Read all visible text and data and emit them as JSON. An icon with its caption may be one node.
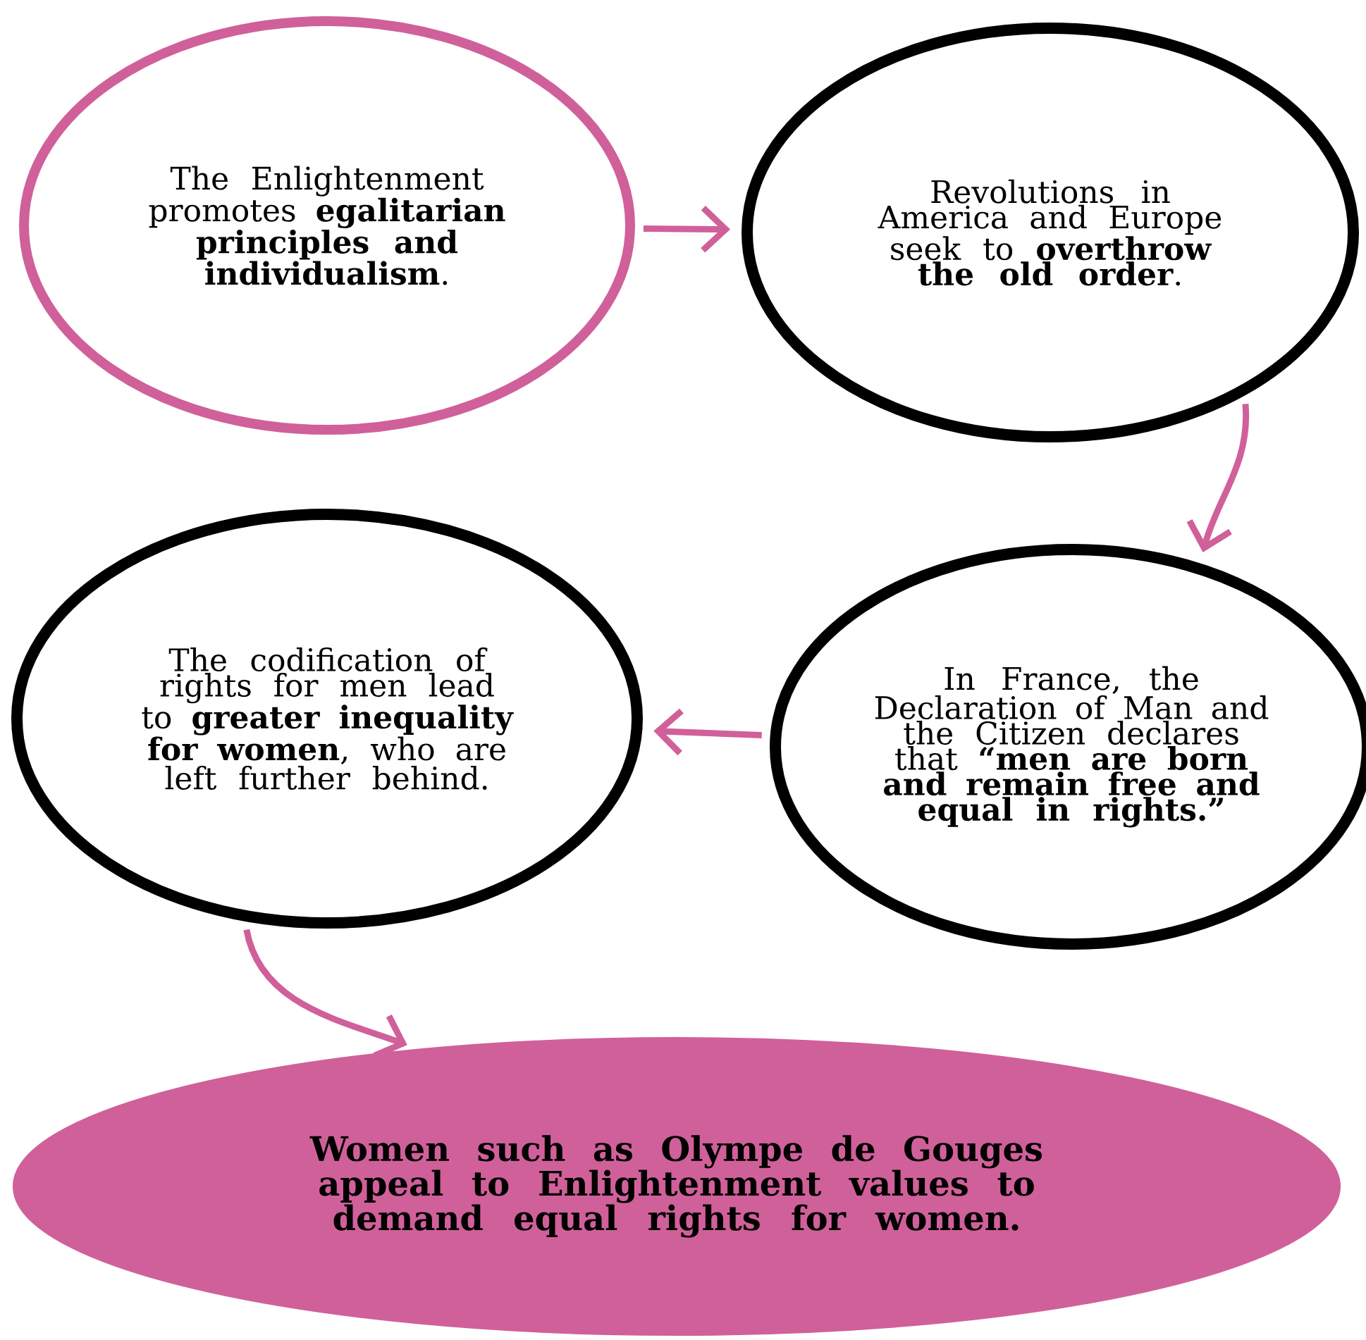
{
  "diagram": {
    "nodes": [
      {
        "text": [
          "The Enlightenment promotes **egalitarian principles and individualism**."
        ]
      },
      {
        "text": [
          "Revolutions in America and Europe seek to **overthrow the old order**."
        ]
      },
      {
        "text": [
          "In France, the Declaration of Man and the Citizen declares that **“men are born and remain free and equal in rights.”**"
        ]
      },
      {
        "text": [
          "The codification of rights for men lead to **greater inequality for women**, who are left further behind."
        ]
      },
      {
        "text": [
          "Women such as Olympe de Gouges appeal to Enlightenment values to demand equal rights for women."
        ]
      }
    ],
    "edges": [
      {
        "from": 0,
        "to": 1,
        "arrow": "to"
      },
      {
        "from": 1,
        "to": 2,
        "arrow": "to"
      },
      {
        "from": 2,
        "to": 3,
        "arrow": "to"
      },
      {
        "from": 3,
        "to": 4,
        "arrow": "to"
      }
    ]
  }
}
